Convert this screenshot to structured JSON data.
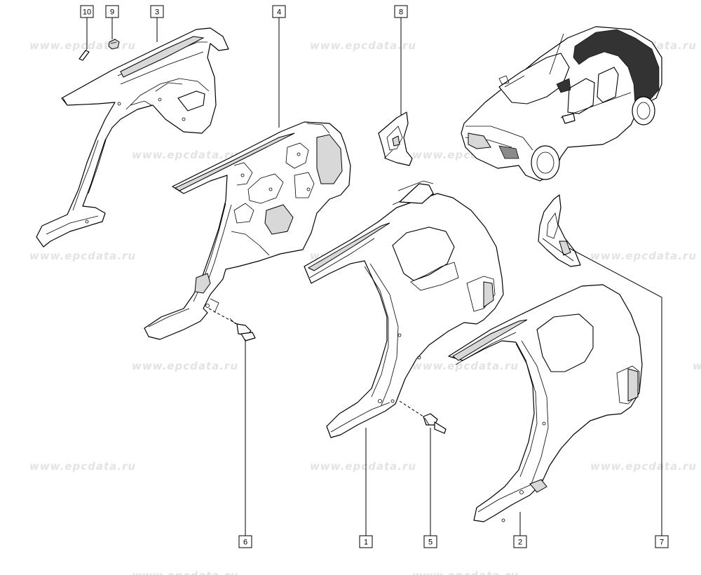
{
  "watermark": "www.epcdata.ru",
  "callouts": [
    {
      "id": "callout-10",
      "label": "10"
    },
    {
      "id": "callout-9",
      "label": "9"
    },
    {
      "id": "callout-3",
      "label": "3"
    },
    {
      "id": "callout-4",
      "label": "4"
    },
    {
      "id": "callout-8",
      "label": "8"
    },
    {
      "id": "callout-6",
      "label": "6"
    },
    {
      "id": "callout-1",
      "label": "1"
    },
    {
      "id": "callout-5",
      "label": "5"
    },
    {
      "id": "callout-2",
      "label": "2"
    },
    {
      "id": "callout-7",
      "label": "7"
    }
  ],
  "colors": {
    "line": "#000000",
    "watermark": "#e3e3e3",
    "shade": "#d8d8d8"
  }
}
